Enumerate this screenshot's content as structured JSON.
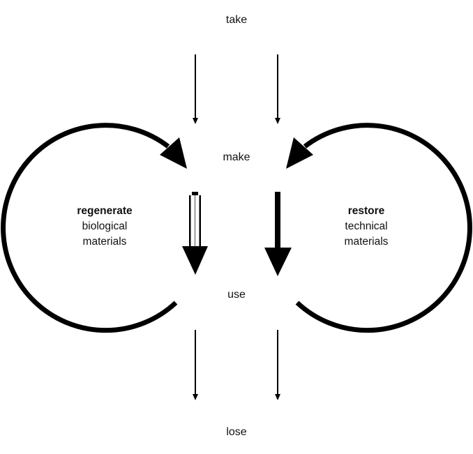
{
  "diagram": {
    "stages": {
      "take": "take",
      "make": "make",
      "use": "use",
      "lose": "lose"
    },
    "loops": {
      "left": {
        "title": "regenerate",
        "line1": "biological",
        "line2": "materials"
      },
      "right": {
        "title": "restore",
        "line1": "technical",
        "line2": "materials"
      }
    },
    "colors": {
      "stroke": "#000000",
      "background": "#ffffff",
      "text": "#111111",
      "shaft_center": "#9a9a9a"
    }
  }
}
